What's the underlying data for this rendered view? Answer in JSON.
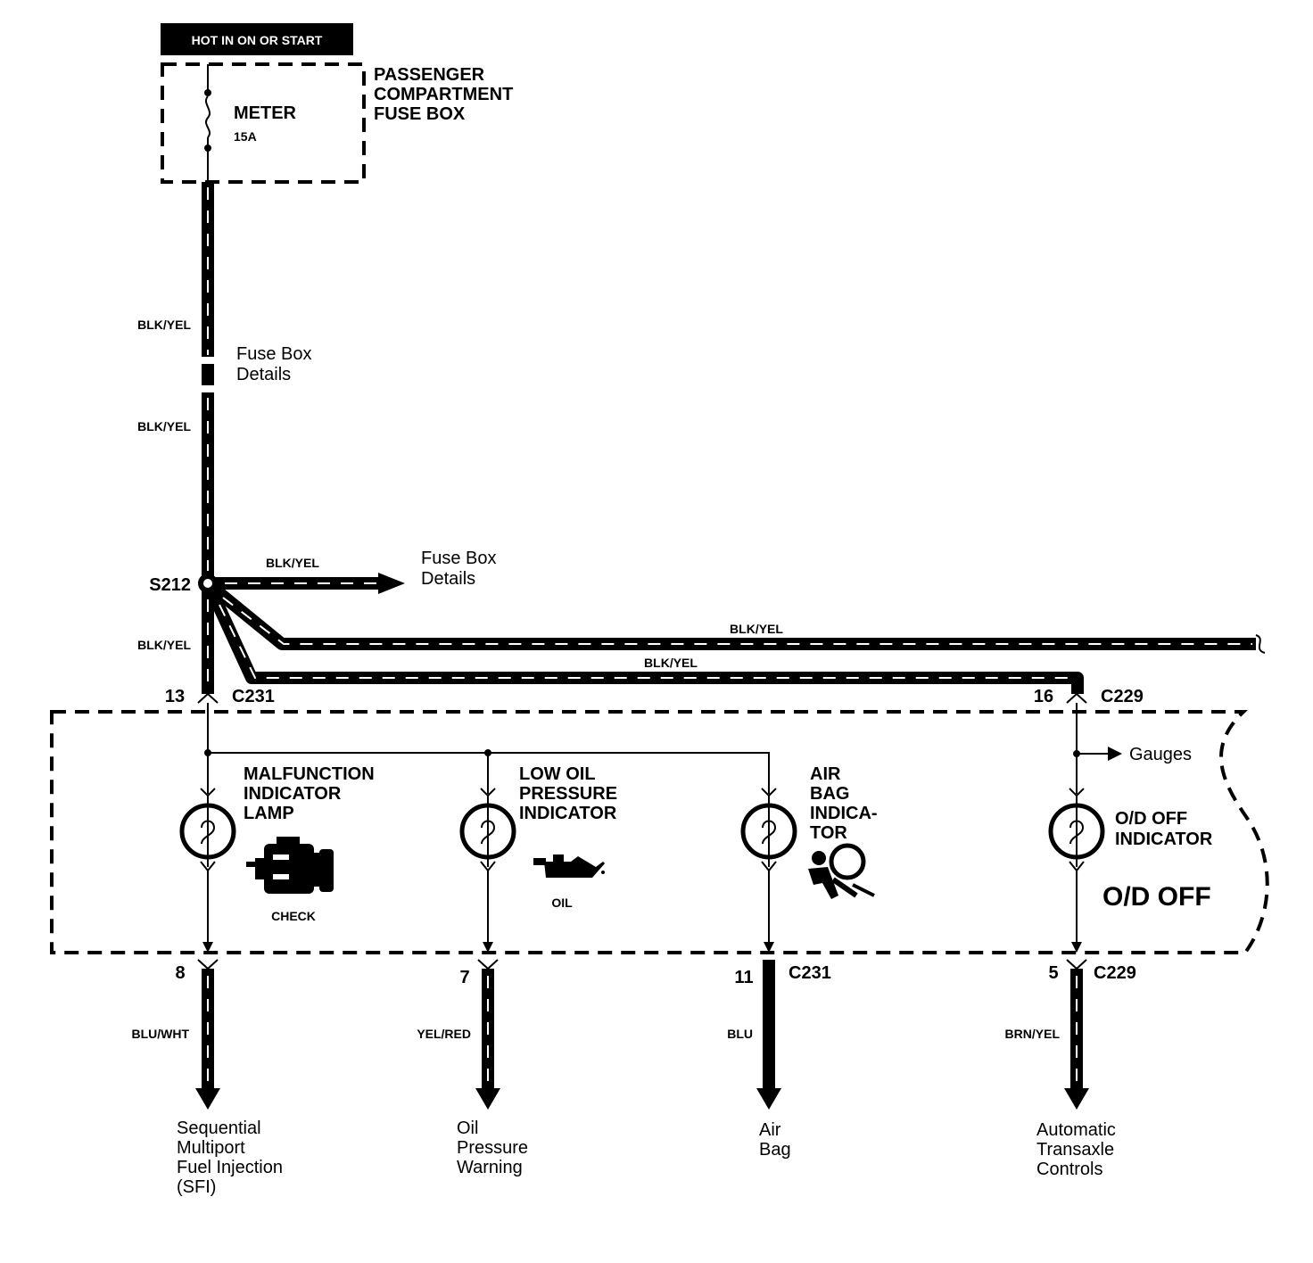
{
  "header_label": "HOT IN ON OR START",
  "fuse_box": {
    "title_lines": [
      "PASSENGER",
      "COMPARTMENT",
      "FUSE BOX"
    ],
    "fuse_name": "METER",
    "fuse_rating": "15A"
  },
  "wires": {
    "main_upper": "BLK/YEL",
    "main_middle": "BLK/YEL",
    "splice_branch": "BLK/YEL",
    "main_lower": "BLK/YEL",
    "long_upper": "BLK/YEL",
    "long_lower": "BLK/YEL",
    "out_mil": "BLU/WHT",
    "out_oil": "YEL/RED",
    "out_airbag": "BLU",
    "out_od": "BRN/YEL"
  },
  "fuse_box_details": [
    "Fuse Box",
    "Details"
  ],
  "fuse_box_details_2": [
    "Fuse Box",
    "Details"
  ],
  "splice": "S212",
  "connectors": {
    "top_left_pin": "13",
    "top_left_name": "C231",
    "top_right_pin": "16",
    "top_right_name": "C229",
    "bottom_mil_pin": "8",
    "bottom_oil_pin": "7",
    "bottom_airbag_pin": "11",
    "bottom_airbag_name": "C231",
    "bottom_od_pin": "5",
    "bottom_od_name": "C229"
  },
  "gauges_label": "Gauges",
  "indicators": {
    "mil": {
      "lines": [
        "MALFUNCTION",
        "INDICATOR",
        "LAMP"
      ],
      "icon_label": "CHECK"
    },
    "oil": {
      "lines": [
        "LOW OIL",
        "PRESSURE",
        "INDICATOR"
      ],
      "icon_label": "OIL"
    },
    "airbag": {
      "lines": [
        "AIR",
        "BAG",
        "INDICA-",
        "TOR"
      ]
    },
    "od": {
      "lines": [
        "O/D OFF",
        "INDICATOR"
      ],
      "icon_label": "O/D OFF"
    }
  },
  "destinations": {
    "sfi": [
      "Sequential",
      "Multiport",
      "Fuel Injection",
      "(SFI)"
    ],
    "oil": [
      "Oil",
      "Pressure",
      "Warning"
    ],
    "airbag": [
      "Air",
      "Bag"
    ],
    "atc": [
      "Automatic",
      "Transaxle",
      "Controls"
    ]
  },
  "icons": {
    "fuse": "fuse-icon",
    "bulb": "bulb-icon",
    "engine": "engine-icon",
    "oil_can": "oil-can-icon",
    "airbag_person": "airbag-person-icon"
  }
}
